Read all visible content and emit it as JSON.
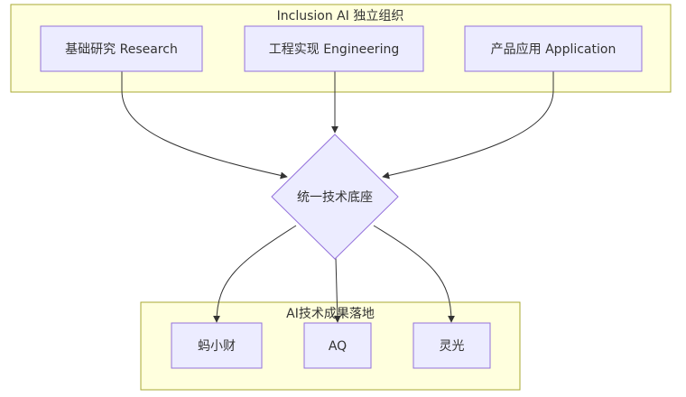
{
  "groups": {
    "top": {
      "title": "Inclusion AI 独立组织"
    },
    "bottom": {
      "title": "AI技术成果落地"
    }
  },
  "nodes": {
    "research": "基础研究 Research",
    "engineering": "工程实现 Engineering",
    "application": "产品应用 Application",
    "platform": "统一技术底座",
    "mayi": "蚂小财",
    "aq": "AQ",
    "lingguang": "灵光"
  },
  "colors": {
    "group_fill": "#ffffde",
    "group_stroke": "#aaaa33",
    "node_fill": "#ececff",
    "node_stroke": "#9370db",
    "edge": "#333333",
    "text": "#333333"
  }
}
